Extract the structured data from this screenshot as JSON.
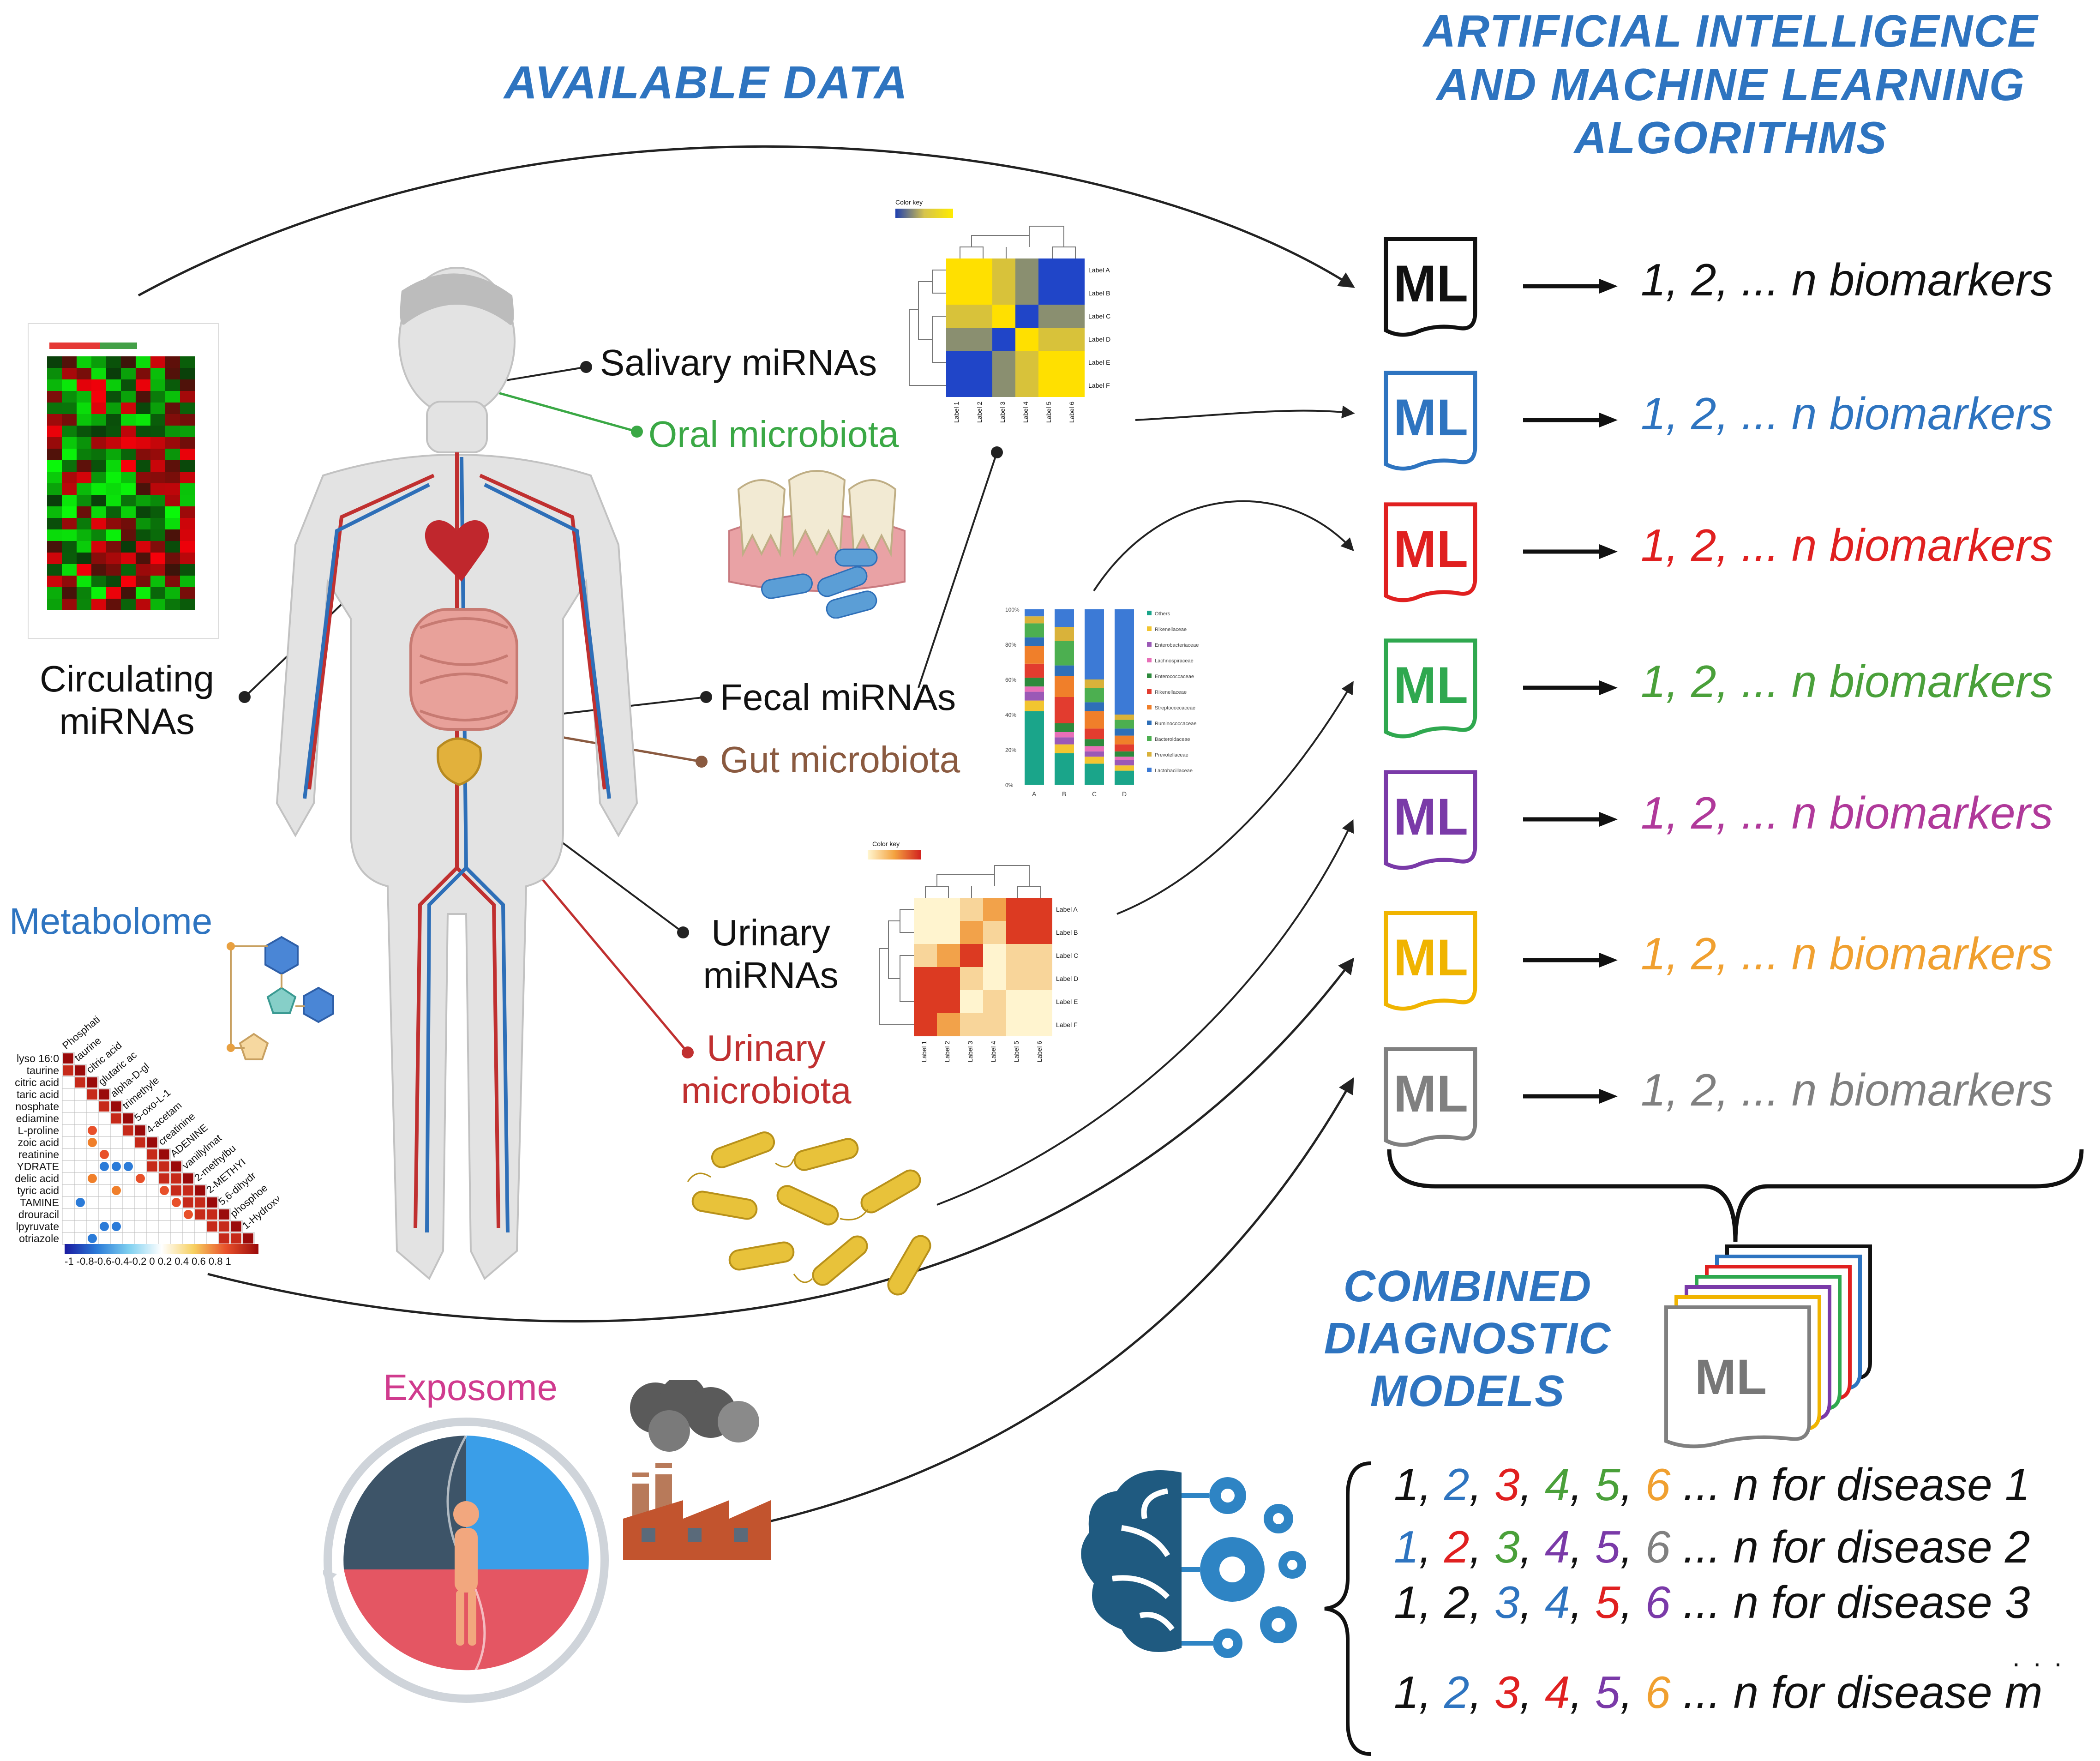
{
  "headings": {
    "available_data": "AVAILABLE DATA",
    "ai_ml": [
      "ARTIFICIAL INTELLIGENCE",
      "AND MACHINE LEARNING",
      "ALGORITHMS"
    ],
    "combined": [
      "COMBINED",
      "DIAGNOSTIC",
      "MODELS"
    ]
  },
  "sources": {
    "salivary": "Salivary miRNAs",
    "oral": "Oral microbiota",
    "circulating": [
      "Circulating",
      "miRNAs"
    ],
    "fecal": "Fecal miRNAs",
    "gut": "Gut microbiota",
    "urinary_mirnas": [
      "Urinary",
      "miRNAs"
    ],
    "urinary_micro": [
      "Urinary",
      "microbiota"
    ],
    "metabolome": "Metabolome",
    "exposome": "Exposome"
  },
  "ml_models": [
    {
      "label": "ML",
      "output": "1, 2, ... n  biomarkers",
      "color": "#111111"
    },
    {
      "label": "ML",
      "output": "1, 2, ... n  biomarkers",
      "color": "#2e74c0"
    },
    {
      "label": "ML",
      "output": "1, 2, ... n  biomarkers",
      "color": "#e02020"
    },
    {
      "label": "ML",
      "output": "1, 2, ... n  biomarkers",
      "color": "#2fa84f"
    },
    {
      "label": "ML",
      "output": "1, 2, ... n  biomarkers",
      "color": "#7a3aa8"
    },
    {
      "label": "ML",
      "output": "1, 2, ... n  biomarkers",
      "color": "#f0b400"
    },
    {
      "label": "ML",
      "output": "1, 2, ... n  biomarkers",
      "color": "#808080"
    }
  ],
  "ml_output_colors": [
    "#111111",
    "#2e74c0",
    "#e02020",
    "#4aa03a",
    "#b0399a",
    "#f0a030",
    "#808080"
  ],
  "combined_stack_label": "ML",
  "diseases": [
    {
      "items": [
        [
          "1",
          "#111"
        ],
        [
          "2",
          "#2e74c0"
        ],
        [
          "3",
          "#e02020"
        ],
        [
          "4",
          "#4aa03a"
        ],
        [
          "5",
          "#4aa03a"
        ],
        [
          "6",
          "#f0a030"
        ]
      ],
      "suffix": "... n  for disease 1"
    },
    {
      "items": [
        [
          "1",
          "#2e74c0"
        ],
        [
          "2",
          "#e02020"
        ],
        [
          "3",
          "#4aa03a"
        ],
        [
          "4",
          "#7a3aa8"
        ],
        [
          "5",
          "#7a3aa8"
        ],
        [
          "6",
          "#808080"
        ]
      ],
      "suffix": "... n  for disease 2"
    },
    {
      "items": [
        [
          "1",
          "#111"
        ],
        [
          "2",
          "#111"
        ],
        [
          "3",
          "#2e74c0"
        ],
        [
          "4",
          "#2e74c0"
        ],
        [
          "5",
          "#e02020"
        ],
        [
          "6",
          "#7a3aa8"
        ]
      ],
      "suffix": "... n  for disease 3"
    },
    {
      "items": [
        [
          "1",
          "#111"
        ],
        [
          "2",
          "#2e74c0"
        ],
        [
          "3",
          "#e02020"
        ],
        [
          "4",
          "#e02020"
        ],
        [
          "5",
          "#7a3aa8"
        ],
        [
          "6",
          "#f0a030"
        ]
      ],
      "suffix": "... n  for disease m"
    }
  ],
  "ellipsis": ". . .",
  "heatmap_labels": [
    "Label A",
    "Label B",
    "Label C",
    "Label D",
    "Label E",
    "Label F"
  ],
  "heatmap_col_labels": [
    "Label 1",
    "Label 2",
    "Label 3",
    "Label 4",
    "Label 5",
    "Label 6"
  ],
  "color_key": "Color key",
  "metabolites": [
    "lyso 16:0",
    "taurine",
    "citric acid",
    "taric acid",
    "nosphate",
    "ediamine",
    "L-proline",
    "zoic acid",
    "reatinine",
    "YDRATE",
    "delic acid",
    "tyric acid",
    "TAMINE",
    "drouracil",
    "lpyruvate",
    "otriazole"
  ],
  "metabolite_cols": [
    "Phosphati",
    "taurine",
    "citric acid",
    "glutaric ac",
    "alpha-D-gl",
    "trimethyle",
    "5-oxo-L-1",
    "4-acetam",
    "creatinine",
    "ADENINE",
    "vanillylmat",
    "2-methylbu",
    "2-METHYI",
    "5,6-dihydr",
    "phosphoe",
    "1-Hydroxy"
  ],
  "corr_scale": "-1 -0.8-0.6-0.4-0.2  0  0.2 0.4 0.6 0.8  1",
  "bar_categories": [
    "A",
    "B",
    "C",
    "D"
  ],
  "bar_legend": [
    "Others",
    "Rikenellaceae",
    "Enterobacteriaceae",
    "Lachnospiraceae",
    "Enterococcaceae",
    "Rikenellaceae",
    "Streptococcaceae",
    "Ruminococcaceae",
    "Bacteroidaceae",
    "Prevotellaceae",
    "Lactobacillaceae"
  ],
  "bar_yticks": [
    "100%",
    "80%",
    "60%",
    "40%",
    "20%",
    "0%"
  ]
}
